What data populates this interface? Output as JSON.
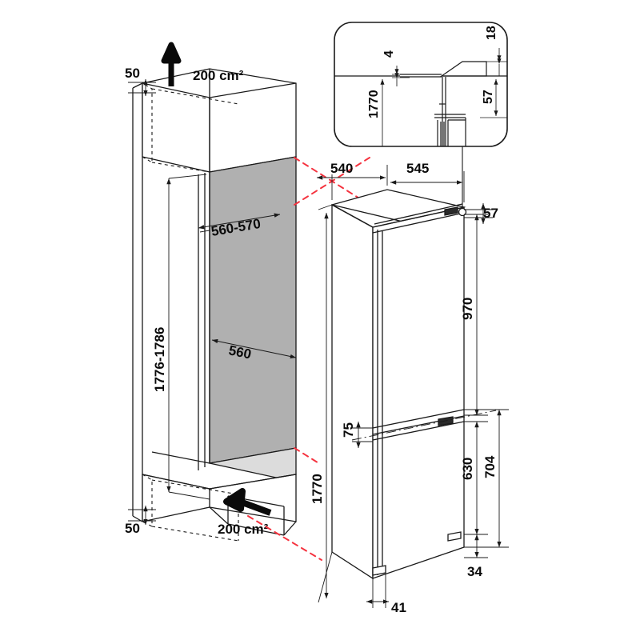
{
  "drawing": {
    "title": "Built-in fridge-freezer installation niche drawing",
    "units": "mm (areas in cm²)",
    "colors": {
      "line": "#1a1a1a",
      "text": "#0a0a0a",
      "panel_gray": "#b0b0b0",
      "floor_gray": "#d8d8d8",
      "red_dashed": "#f5333f",
      "background": "#ffffff"
    },
    "cabinet": {
      "name": "installation-niche",
      "dimensions": {
        "top_gap": "50",
        "bottom_gap": "50",
        "niche_height": "1776-1786",
        "niche_width_range": "560-570",
        "niche_depth": "560"
      },
      "ventilation": {
        "top_label": "200 cm²",
        "bottom_label": "200 cm²",
        "top_arrow": "arrow-up",
        "bottom_arrow": "arrow-into-cabinet"
      }
    },
    "appliance": {
      "name": "fridge-freezer-unit",
      "dimensions": {
        "top_depth_rear": "540",
        "top_depth_front": "545",
        "hinge_offset": "57",
        "fridge_door_height": "970",
        "door_gap": "75",
        "freezer_compartment": "704",
        "freezer_door_height": "630",
        "plinth_height": "34",
        "foot_offset": "41",
        "total_height": "1770"
      }
    },
    "detail_callout": {
      "name": "top-hinge-detail",
      "dimensions": {
        "niche_height": "1770",
        "panel_thickness": "4",
        "worktop_overhang": "18",
        "top_clearance": "57"
      }
    }
  }
}
